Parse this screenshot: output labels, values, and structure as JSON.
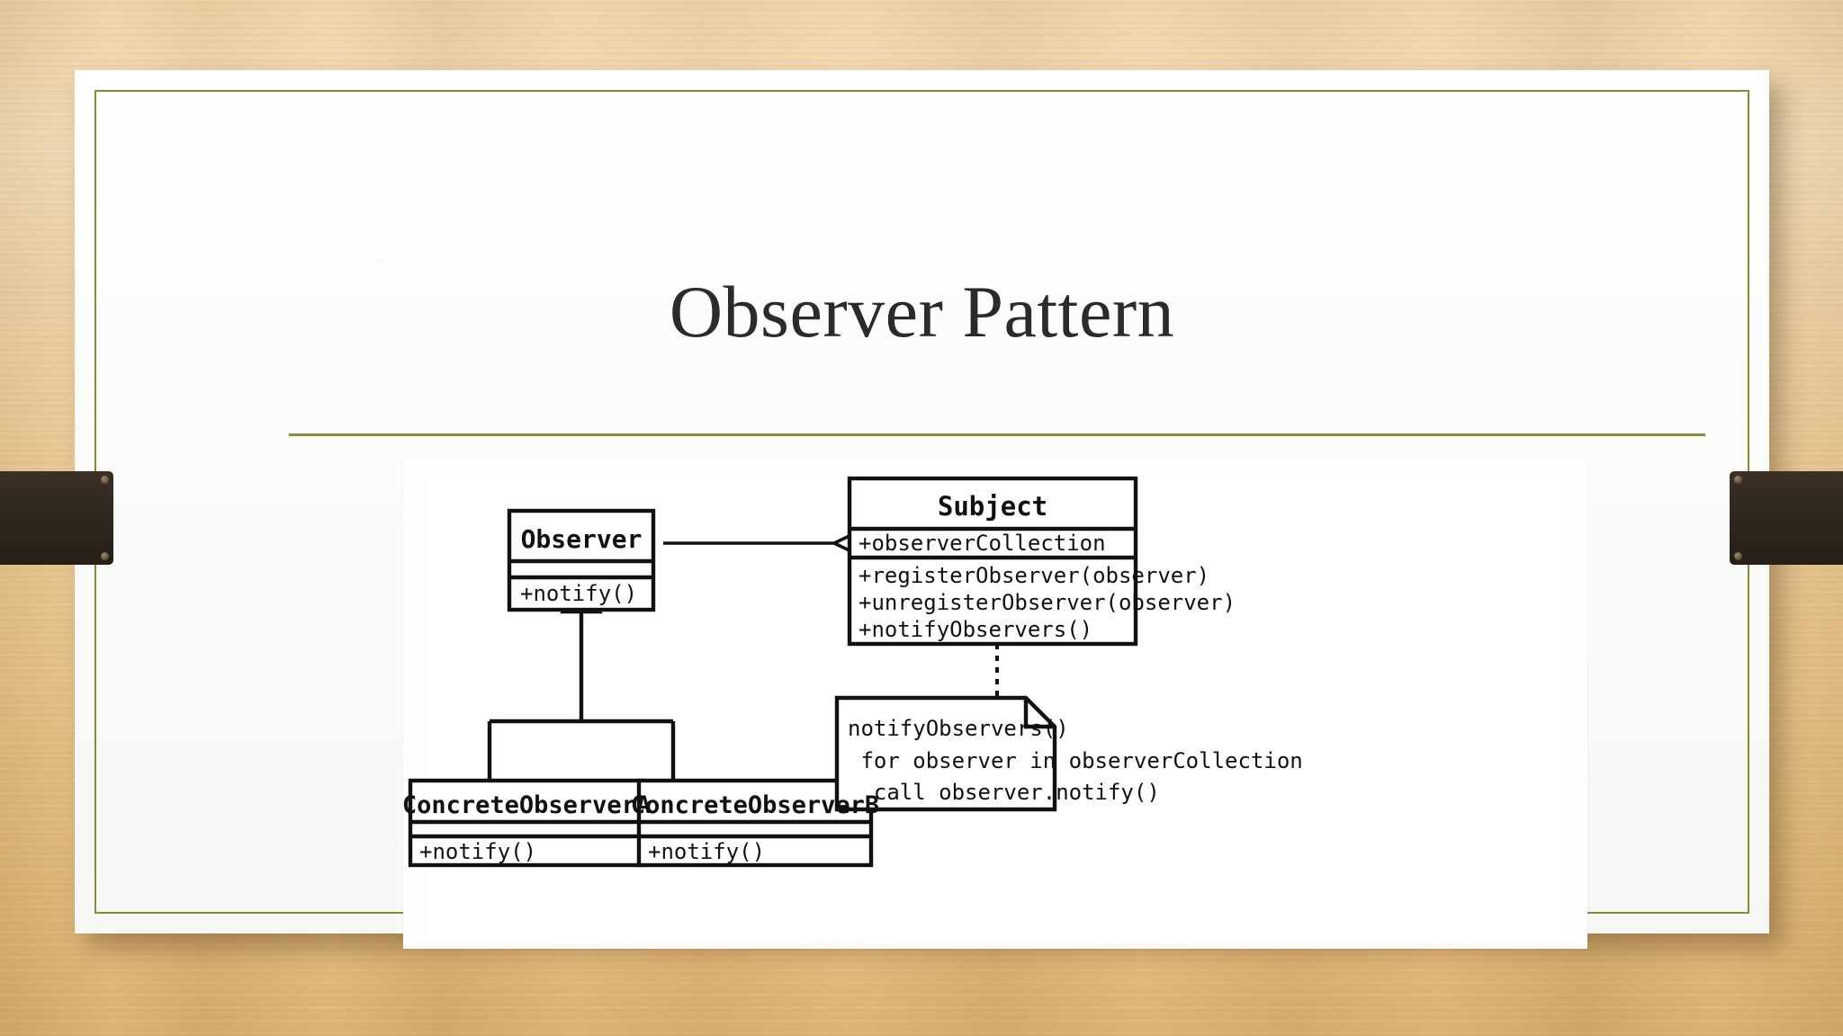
{
  "theme": {
    "accent_green": "#7f9133",
    "strap_brown": "#332a21",
    "slide_bg": "#fcfcfc",
    "wood_bg": "#e9c084",
    "diagram_stroke": "#000000"
  },
  "slide": {
    "title": "Observer Pattern"
  },
  "diagram": {
    "type": "uml-class-diagram",
    "classes": [
      {
        "id": "observer",
        "name": "Observer",
        "attributes": [],
        "operations": [
          "+notify()"
        ]
      },
      {
        "id": "subject",
        "name": "Subject",
        "attributes": [
          "+observerCollection"
        ],
        "operations": [
          "+registerObserver(observer)",
          "+unregisterObserver(observer)",
          "+notifyObservers()"
        ]
      },
      {
        "id": "concrete-observer-a",
        "name": "ConcreteObserverA",
        "attributes": [],
        "operations": [
          "+notify()"
        ]
      },
      {
        "id": "concrete-observer-b",
        "name": "ConcreteObserverB",
        "attributes": [],
        "operations": [
          "+notify()"
        ]
      }
    ],
    "note": {
      "id": "notify-observers-note",
      "lines": [
        "notifyObservers()",
        " for observer in observerCollection",
        "  call observer.notify()"
      ],
      "anchored_to": "subject"
    },
    "relationships": [
      {
        "kind": "aggregation",
        "from": "subject",
        "to": "observer",
        "marker": "open-diamond"
      },
      {
        "kind": "generalization",
        "from": "concrete-observer-a",
        "to": "observer",
        "marker": "hollow-triangle"
      },
      {
        "kind": "generalization",
        "from": "concrete-observer-b",
        "to": "observer",
        "marker": "hollow-triangle"
      },
      {
        "kind": "note-link",
        "from": "notify-observers-note",
        "to": "subject",
        "marker": "dashed"
      }
    ]
  }
}
